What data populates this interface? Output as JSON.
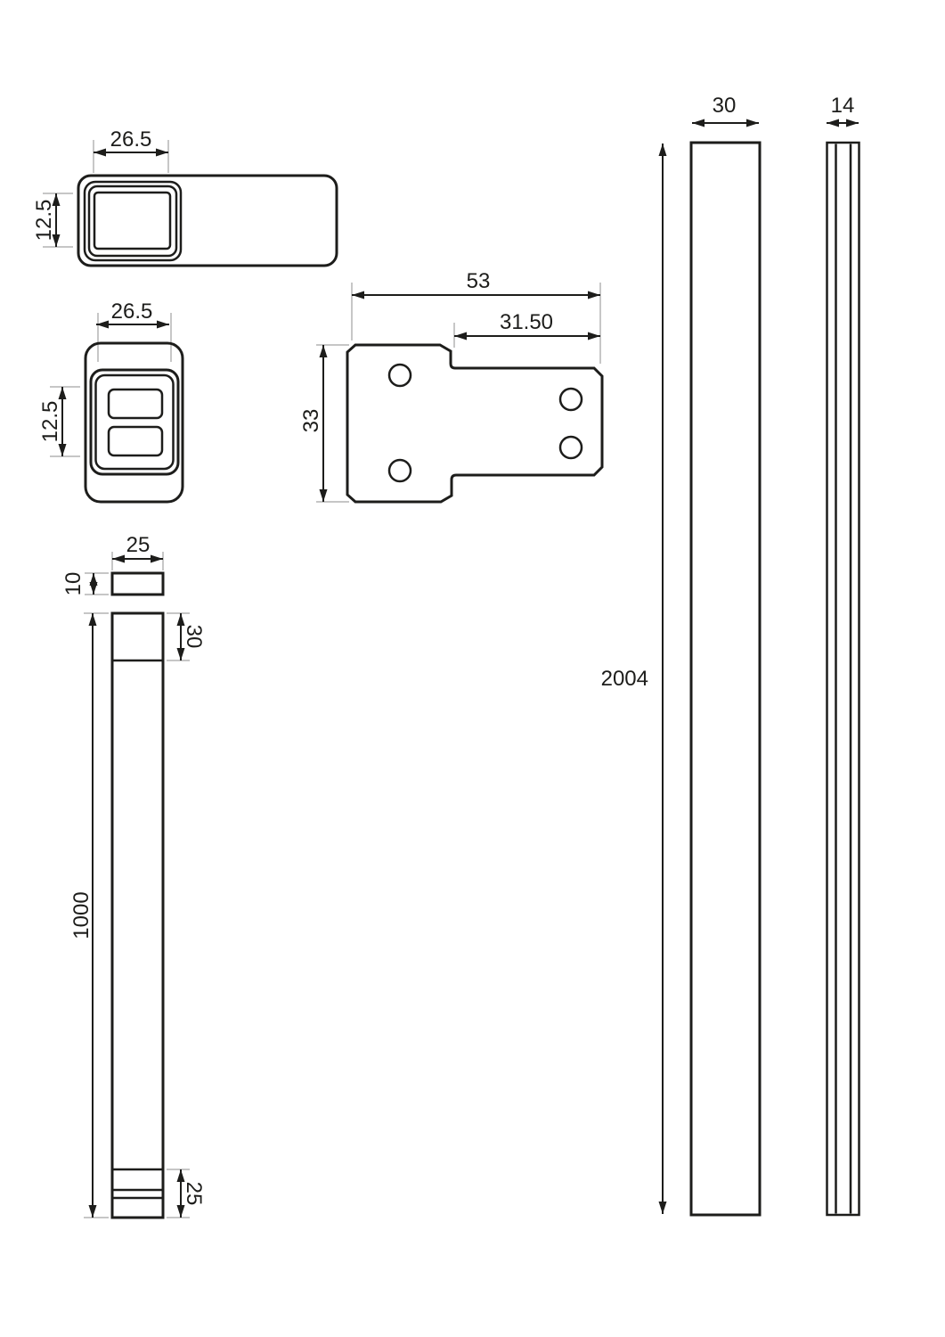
{
  "drawing": {
    "background": "#ffffff",
    "line_color": "#1d1d1b",
    "extension_line_color": "#b4b4b4"
  },
  "dimensions": {
    "cap_side": {
      "width": "26.5",
      "height": "12.5"
    },
    "cap_front": {
      "width": "26.5",
      "height": "12.5"
    },
    "bracket": {
      "width": "53",
      "tab_width": "31.50",
      "height": "33"
    },
    "spacer": {
      "width": "25",
      "height": "10"
    },
    "post": {
      "top_section": "30",
      "length": "1000",
      "bottom_section": "25"
    },
    "profile_front": {
      "width": "30",
      "length": "2004"
    },
    "profile_side": {
      "width": "14"
    }
  }
}
